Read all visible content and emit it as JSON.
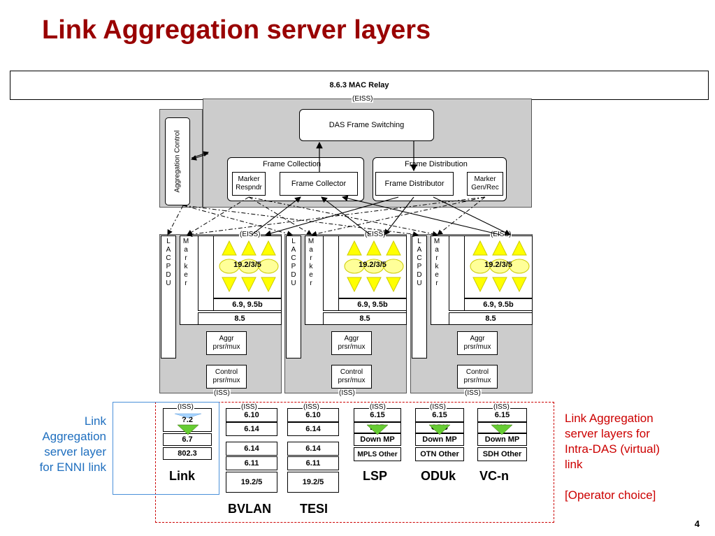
{
  "title": "Link Aggregation server layers",
  "page_number": "4",
  "mac_relay": "8.6.3 MAC Relay",
  "eiss": "(EISS)",
  "iss": "(ISS)",
  "aggregation_control": "Aggregation Control",
  "das_frame_switching": "DAS Frame Switching",
  "frame_collection": "Frame Collection",
  "frame_distribution": "Frame Distribution",
  "marker_respndr": "Marker Respndr",
  "frame_collector": "Frame Collector",
  "frame_distributor": "Frame Distributor",
  "marker_gen_rec": "Marker Gen/Rec",
  "ports": [
    {
      "lacpdu": "LACPDU",
      "marker": "Marker",
      "label_19": "19.2/3/5",
      "label_69": "6.9, 9.5b",
      "label_85": "8.5",
      "aggr": "Aggr prsr/mux",
      "control": "Control prsr/mux"
    },
    {
      "lacpdu": "LACPDU",
      "marker": "Marker",
      "label_19": "19.2/3/5",
      "label_69": "6.9, 9.5b",
      "label_85": "8.5",
      "aggr": "Aggr prsr/mux",
      "control": "Control prsr/mux"
    },
    {
      "lacpdu": "LACPDU",
      "marker": "Marker",
      "label_19": "19.2/3/5",
      "label_69": "6.9, 9.5b",
      "label_85": "8.5",
      "aggr": "Aggr prsr/mux",
      "control": "Control prsr/mux"
    }
  ],
  "stacks": {
    "link": {
      "top": "?.2",
      "mid": "6.7",
      "bot": "802.3",
      "name": "Link"
    },
    "bvlan": {
      "r1": "6.10",
      "r2": "6.14",
      "r3": "6.14",
      "r4": "6.11",
      "r5": "19.2/5",
      "name": "BVLAN"
    },
    "tesi": {
      "r1": "6.10",
      "r2": "6.14",
      "r3": "6.14",
      "r4": "6.11",
      "r5": "19.2/5",
      "name": "TESI"
    },
    "lsp": {
      "r1": "6.15",
      "r2": "LSP",
      "r3": "Down MP",
      "r4": "MPLS Other",
      "name": "LSP"
    },
    "oduk": {
      "r1": "6.15",
      "r2": "ODU",
      "r3": "Down MP",
      "r4": "OTN Other",
      "name": "ODUk"
    },
    "vcn": {
      "r1": "6.15",
      "r2": "VC",
      "r3": "Down MP",
      "r4": "SDH Other",
      "name": "VC-n"
    }
  },
  "left_note": [
    "Link",
    "Aggregation",
    "server layer",
    "for ENNI link"
  ],
  "right_note": [
    "Link Aggregation",
    "server layers for",
    "Intra-DAS (virtual)",
    "link",
    "",
    "[Operator choice]"
  ],
  "colors": {
    "title": "#990000",
    "red_note": "#cc0000",
    "blue_note": "#1f6fbf",
    "triangle_yellow": "#ffff00",
    "triangle_green": "#66cc33"
  }
}
